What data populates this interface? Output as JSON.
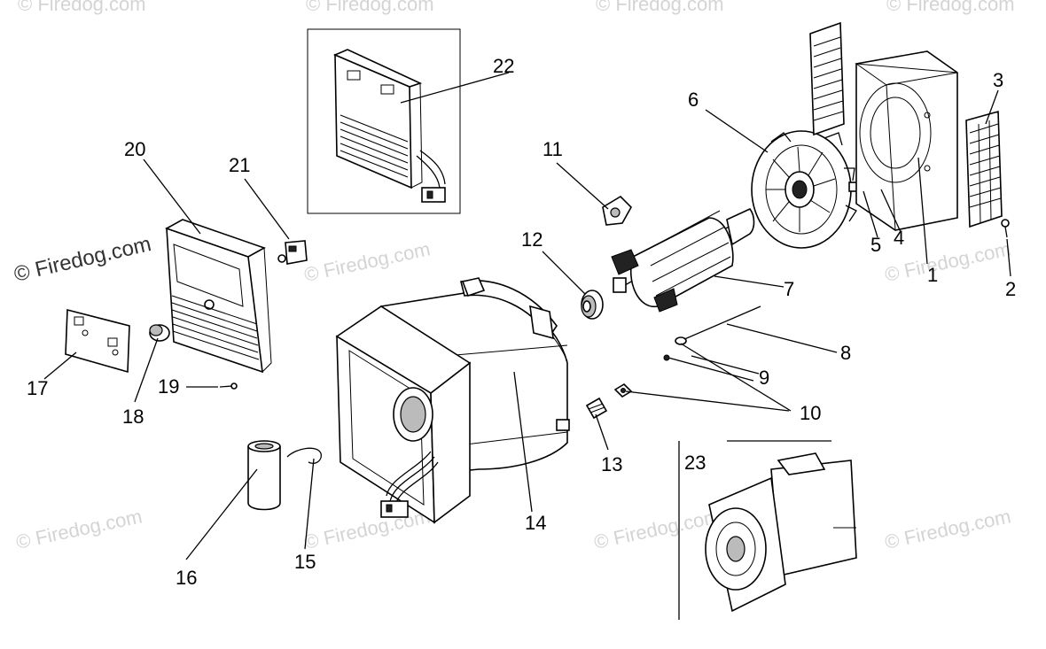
{
  "watermark": {
    "text": "© Firedog.com",
    "prominent_text": "© Firedog.com"
  },
  "callouts": [
    {
      "id": "1",
      "label": "1"
    },
    {
      "id": "2",
      "label": "2"
    },
    {
      "id": "3",
      "label": "3"
    },
    {
      "id": "4",
      "label": "4"
    },
    {
      "id": "5",
      "label": "5"
    },
    {
      "id": "6",
      "label": "6"
    },
    {
      "id": "7",
      "label": "7"
    },
    {
      "id": "8",
      "label": "8"
    },
    {
      "id": "9",
      "label": "9"
    },
    {
      "id": "10",
      "label": "10"
    },
    {
      "id": "11",
      "label": "11"
    },
    {
      "id": "12",
      "label": "12"
    },
    {
      "id": "13",
      "label": "13"
    },
    {
      "id": "14",
      "label": "14"
    },
    {
      "id": "15",
      "label": "15"
    },
    {
      "id": "16",
      "label": "16"
    },
    {
      "id": "17",
      "label": "17"
    },
    {
      "id": "18",
      "label": "18"
    },
    {
      "id": "19",
      "label": "19"
    },
    {
      "id": "20",
      "label": "20"
    },
    {
      "id": "21",
      "label": "21"
    },
    {
      "id": "22",
      "label": "22"
    },
    {
      "id": "23",
      "label": "23"
    }
  ],
  "colors": {
    "line": "#000000",
    "watermark": "#d4d4d4",
    "background": "#ffffff"
  }
}
